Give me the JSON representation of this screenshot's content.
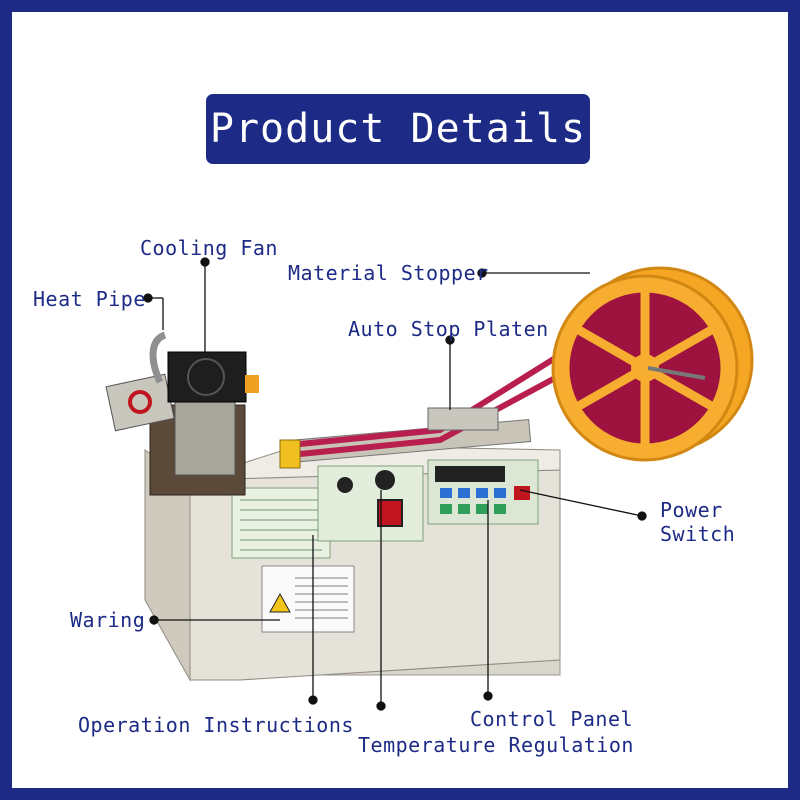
{
  "title": "Product Details",
  "labels": {
    "cooling_fan": "Cooling Fan",
    "heat_pipe": "Heat Pipe",
    "material_stopper": "Material Stopper",
    "auto_stop_platen": "Auto Stop Platen",
    "power_switch_1": "Power",
    "power_switch_2": "Switch",
    "waring": "Waring",
    "operation_instructions": "Operation Instructions",
    "control_panel": "Control Panel",
    "temperature_regulation": "Temperature Regulation"
  },
  "colors": {
    "brand": "#1d2a86",
    "reel": "#f5a623",
    "tape": "#9e1240",
    "machine": "#e4e2d9"
  }
}
